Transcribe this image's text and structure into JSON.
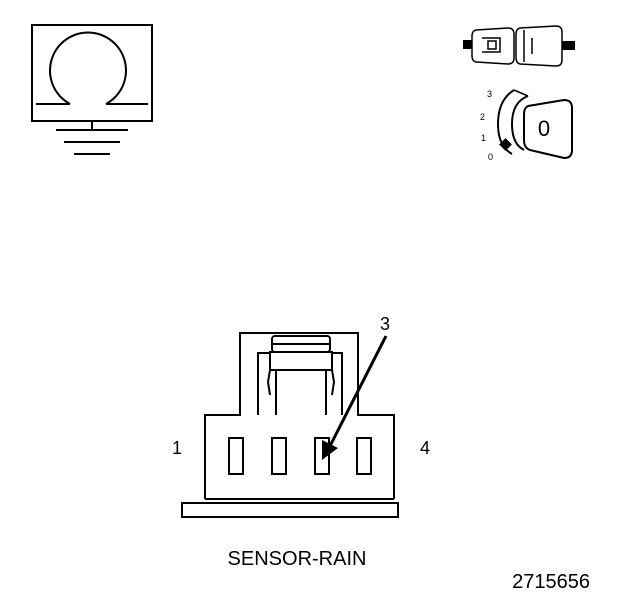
{
  "key_positions": [
    "3",
    "2",
    "1",
    "0"
  ],
  "key_glyph": "0",
  "connector": {
    "pin_left": "1",
    "pin_right": "4",
    "pointer_label": "3",
    "name": "SENSOR-RAIN"
  },
  "figure_id": "2715656"
}
